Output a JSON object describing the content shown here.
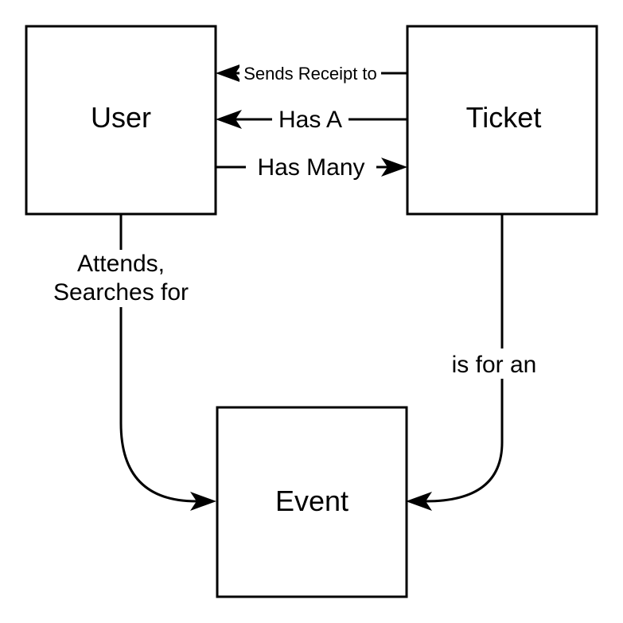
{
  "diagram": {
    "background_color": "#ffffff",
    "line_color": "#000000",
    "entities": {
      "user": {
        "label": "User"
      },
      "ticket": {
        "label": "Ticket"
      },
      "event": {
        "label": "Event"
      }
    },
    "relations": {
      "sends_receipt": {
        "label": "Sends Receipt to",
        "from": "Ticket",
        "to": "User"
      },
      "has_a": {
        "label": "Has A",
        "from": "Ticket",
        "to": "User"
      },
      "has_many": {
        "label": "Has Many",
        "from": "User",
        "to": "Ticket"
      },
      "attends": {
        "label_line1": "Attends,",
        "label_line2": "Searches for",
        "from": "User",
        "to": "Event"
      },
      "is_for_an": {
        "label": "is for an",
        "from": "Ticket",
        "to": "Event"
      }
    }
  }
}
